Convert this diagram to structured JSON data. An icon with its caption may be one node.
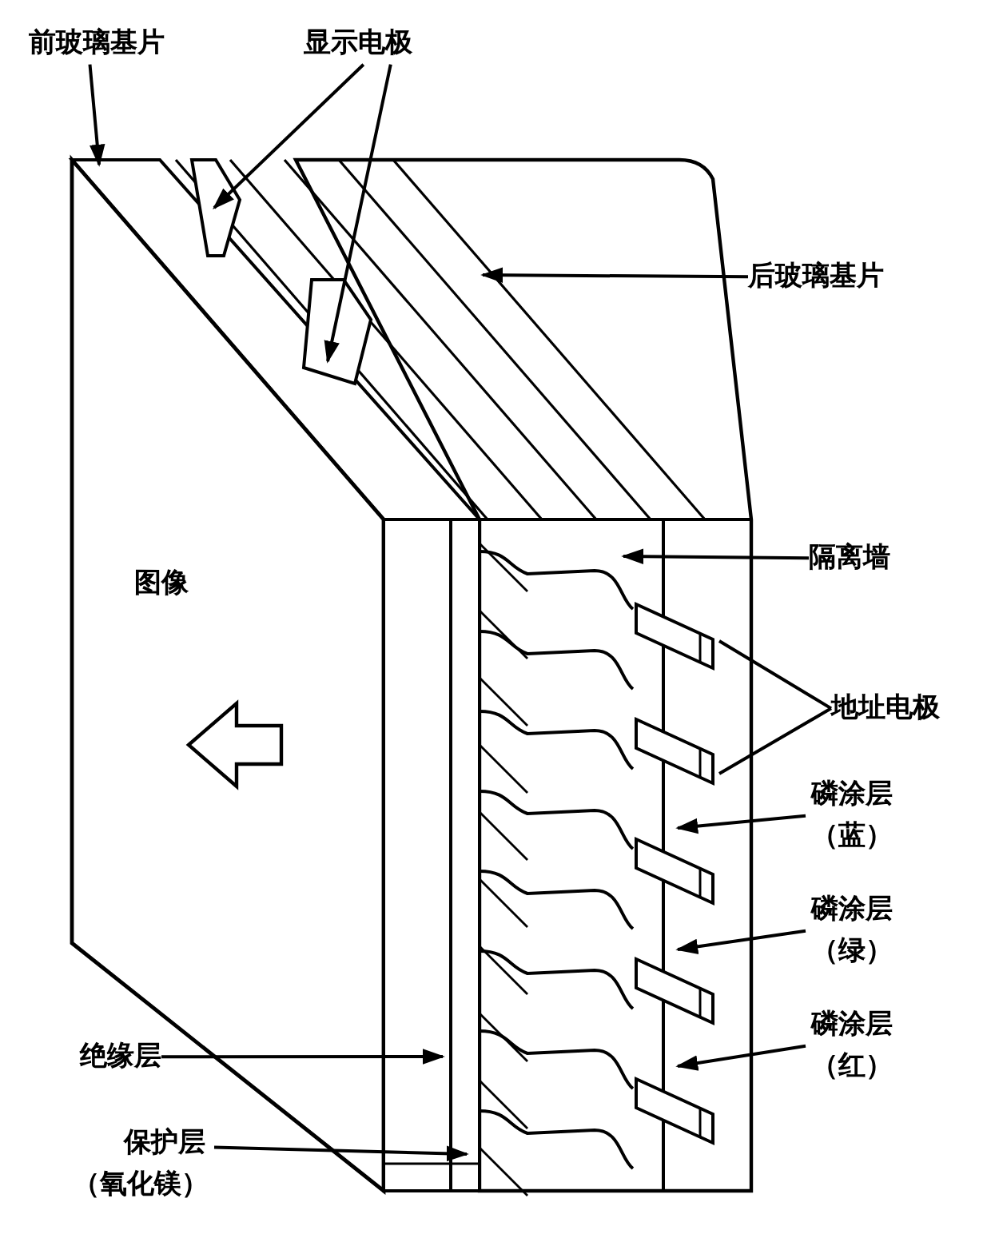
{
  "diagram": {
    "nodes": [
      {
        "text": [
          "前玻璃基片"
        ]
      },
      {
        "text": [
          "显示电极"
        ]
      },
      {
        "text": [
          "后玻璃基片"
        ]
      },
      {
        "text": [
          "隔离墙"
        ]
      },
      {
        "text": [
          "地址电极"
        ]
      },
      {
        "text": [
          "磷涂层（蓝）"
        ]
      },
      {
        "text": [
          "磷涂层（绿）"
        ]
      },
      {
        "text": [
          "磷涂层（红）"
        ]
      },
      {
        "text": [
          "绝缘层"
        ]
      },
      {
        "text": [
          "保护层（氧化镁）"
        ]
      }
    ],
    "edges": [
      {
        "from": 0,
        "to": null,
        "arrow": "to"
      },
      {
        "from": 1,
        "to": null,
        "arrow": "to"
      },
      {
        "from": 1,
        "to": null,
        "arrow": "to"
      },
      {
        "from": 2,
        "to": null,
        "arrow": "to"
      },
      {
        "from": 3,
        "to": null,
        "arrow": "to"
      },
      {
        "from": 4,
        "to": null,
        "arrow": "none"
      },
      {
        "from": 4,
        "to": null,
        "arrow": "none"
      },
      {
        "from": 5,
        "to": null,
        "arrow": "to"
      },
      {
        "from": 6,
        "to": null,
        "arrow": "to"
      },
      {
        "from": 7,
        "to": null,
        "arrow": "to"
      },
      {
        "from": 8,
        "to": null,
        "arrow": "to"
      },
      {
        "from": 9,
        "to": null,
        "arrow": "to"
      }
    ],
    "labels": [
      "图像"
    ]
  }
}
